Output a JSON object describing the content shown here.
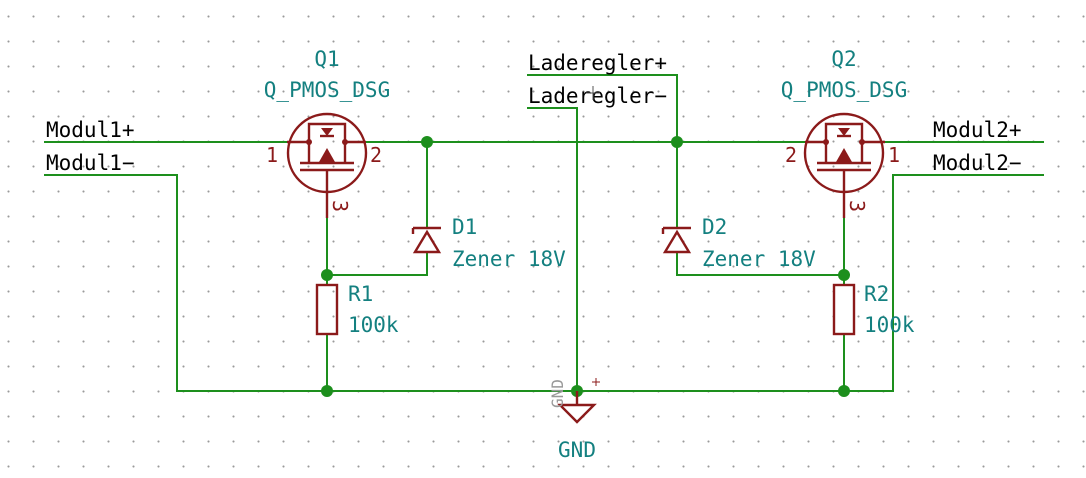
{
  "nets": {
    "modul1_plus": "Modul1+",
    "modul1_minus": "Modul1−",
    "modul2_plus": "Modul2+",
    "modul2_minus": "Modul2−",
    "laderegler_plus": "Laderegler+",
    "laderegler_minus": "Laderegler−"
  },
  "components": {
    "q1": {
      "ref": "Q1",
      "value": "Q_PMOS_DSG",
      "pin1": "1",
      "pin2": "2",
      "pin3": "3"
    },
    "q2": {
      "ref": "Q2",
      "value": "Q_PMOS_DSG",
      "pin1": "1",
      "pin2": "2",
      "pin3": "3"
    },
    "d1": {
      "ref": "D1",
      "value": "Zener 18V"
    },
    "d2": {
      "ref": "D2",
      "value": "Zener 18V"
    },
    "r1": {
      "ref": "R1",
      "value": "100k"
    },
    "r2": {
      "ref": "R2",
      "value": "100k"
    },
    "gnd": {
      "value": "GND",
      "pin_name": "GND"
    }
  },
  "colors": {
    "wire": "#1d8f1d",
    "component": "#8b1a1a",
    "reference_text": "#148080",
    "net_label_text": "#000000",
    "grid_dot": "#9a9a9a"
  }
}
